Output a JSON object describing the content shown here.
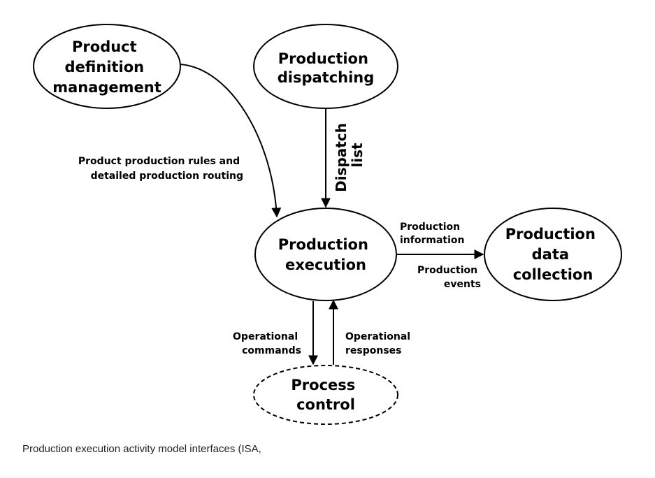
{
  "nodes": {
    "product_definition": {
      "lines": [
        "Product",
        "definition",
        "management"
      ]
    },
    "production_dispatching": {
      "lines": [
        "Production",
        "dispatching"
      ]
    },
    "production_execution": {
      "lines": [
        "Production",
        "execution"
      ]
    },
    "production_data_collection": {
      "lines": [
        "Production",
        "data",
        "collection"
      ]
    },
    "process_control": {
      "lines": [
        "Process",
        "control"
      ]
    }
  },
  "edges": {
    "rules_routing": {
      "lines": [
        "Product production rules and",
        "detailed production routing"
      ]
    },
    "dispatch_list": {
      "lines": [
        "Dispatch",
        "list"
      ]
    },
    "production_information": {
      "lines": [
        "Production",
        "information"
      ]
    },
    "production_events": {
      "lines": [
        "Production",
        "events"
      ]
    },
    "operational_commands": {
      "lines": [
        "Operational",
        "commands"
      ]
    },
    "operational_responses": {
      "lines": [
        "Operational",
        "responses"
      ]
    }
  },
  "caption": "Production execution activity model interfaces (ISA,"
}
